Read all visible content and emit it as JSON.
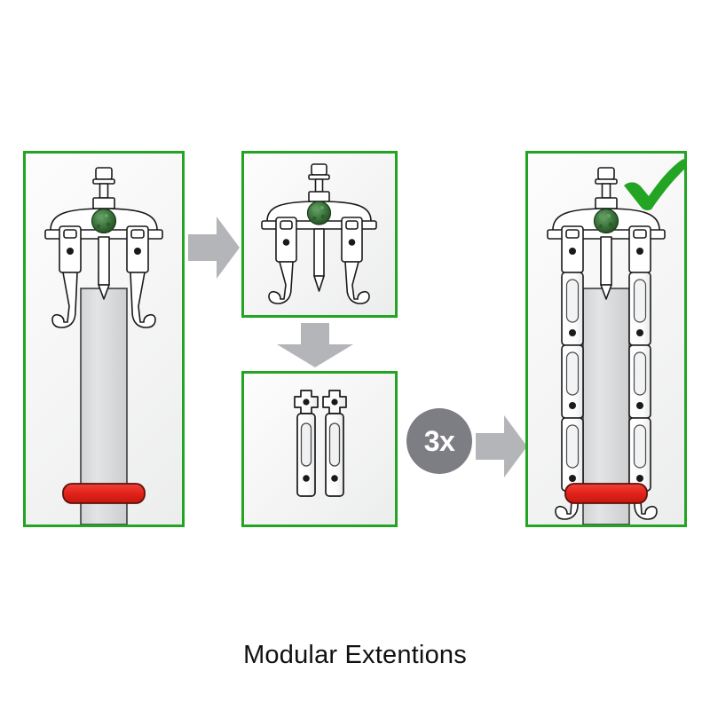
{
  "caption": "Modular Extentions",
  "colors": {
    "panel_border_green": "#23a523",
    "check_green": "#23a523",
    "knob_green": "#2f6b2f",
    "workpiece_red": "#e2231a",
    "arrow_gray": "#b3b5b8",
    "badge_gray": "#7d7d84",
    "shaft_gray": "#d8d9da",
    "outline": "#1a1a1a",
    "background": "#ffffff"
  },
  "badge": {
    "multiplier_label": "3x"
  },
  "panels": [
    {
      "id": "original",
      "name": "puller-too-short-on-workpiece",
      "border_color": "#23a523",
      "parts": [
        "spindle-screw",
        "cross-yoke",
        "green-adjust-knob",
        "left-jaw",
        "right-jaw",
        "workpiece-shaft",
        "red-bearing-band"
      ]
    },
    {
      "id": "basic",
      "name": "base-puller-standalone",
      "border_color": "#23a523",
      "parts": [
        "spindle-screw",
        "cross-yoke",
        "green-adjust-knob",
        "left-jaw",
        "right-jaw"
      ]
    },
    {
      "id": "extensions",
      "name": "modular-extension-bars",
      "border_color": "#23a523",
      "quantity_visible": 2,
      "parts": [
        "extension-bar-left",
        "extension-bar-right"
      ]
    },
    {
      "id": "final",
      "name": "puller-with-extensions-assembled",
      "border_color": "#23a523",
      "segments_per_leg": 3,
      "status": "ok",
      "parts": [
        "spindle-screw",
        "cross-yoke",
        "green-adjust-knob",
        "left-jaw-extended",
        "right-jaw-extended",
        "workpiece-shaft",
        "red-bearing-band",
        "check-mark"
      ]
    }
  ],
  "arrows": [
    {
      "id": "arrow-right-1",
      "direction": "right",
      "color": "#b3b5b8"
    },
    {
      "id": "arrow-down-1",
      "direction": "down",
      "color": "#b3b5b8"
    },
    {
      "id": "arrow-right-2",
      "direction": "right",
      "color": "#b3b5b8"
    }
  ]
}
